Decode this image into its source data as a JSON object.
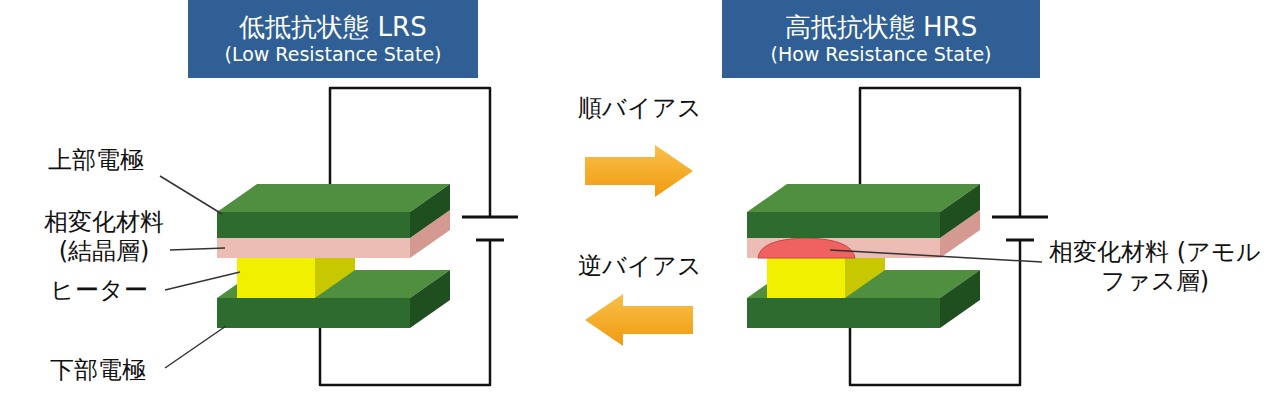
{
  "diagram": {
    "nodes": [
      {
        "text": [
          "低抵抗状態 LRS",
          "(Low Resistance State)"
        ]
      },
      {
        "text": [
          "高抵抗状態 HRS",
          "(How Resistance State)"
        ]
      }
    ],
    "labels": [
      "上部電極",
      "相変化材料 (結晶層)",
      "ヒーター",
      "下部電極",
      "順バイアス",
      "逆バイアス",
      "相変化材料 (アモルファス層)"
    ]
  }
}
